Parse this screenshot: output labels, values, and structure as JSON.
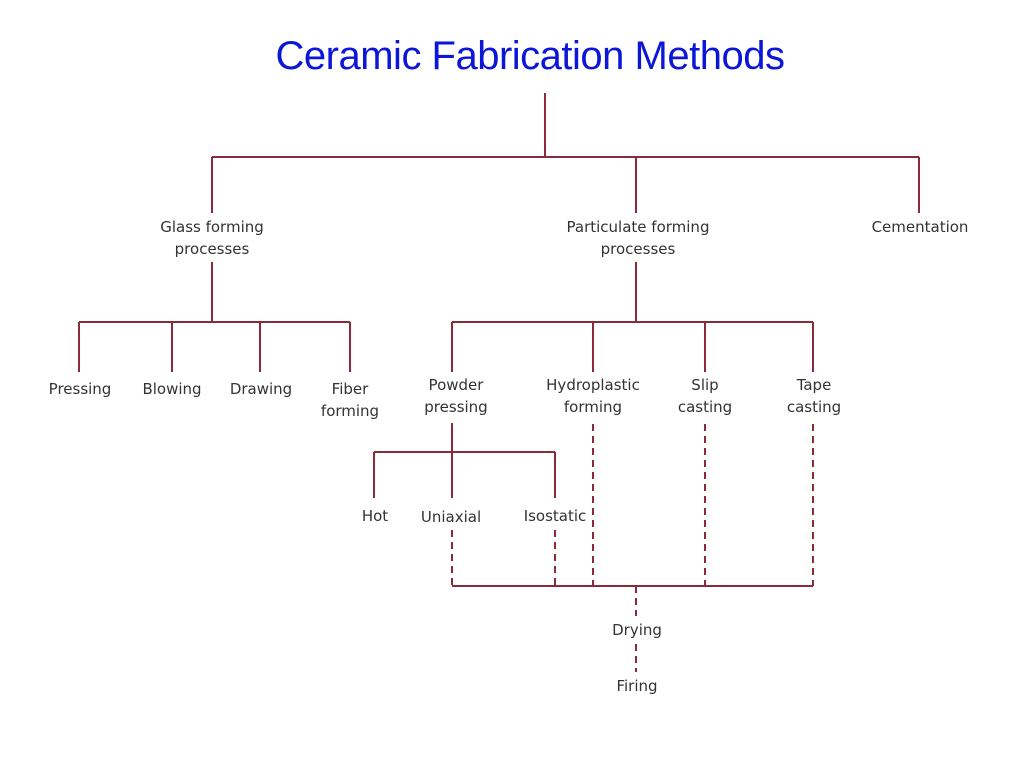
{
  "title": "Ceramic Fabrication Methods",
  "nodes": {
    "glass_forming": [
      "Glass forming",
      "processes"
    ],
    "particulate_forming": [
      "Particulate forming",
      "processes"
    ],
    "cementation": [
      "Cementation"
    ],
    "pressing": [
      "Pressing"
    ],
    "blowing": [
      "Blowing"
    ],
    "drawing": [
      "Drawing"
    ],
    "fiber_forming": [
      "Fiber",
      "forming"
    ],
    "powder_pressing": [
      "Powder",
      "pressing"
    ],
    "hydroplastic_forming": [
      "Hydroplastic",
      "forming"
    ],
    "slip_casting": [
      "Slip",
      "casting"
    ],
    "tape_casting": [
      "Tape",
      "casting"
    ],
    "hot": [
      "Hot"
    ],
    "uniaxial": [
      "Uniaxial"
    ],
    "isostatic": [
      "Isostatic"
    ],
    "drying": [
      "Drying"
    ],
    "firing": [
      "Firing"
    ]
  },
  "colors": {
    "title": "#0b16d6",
    "connector": "#8b2a3a",
    "label": "#333333"
  }
}
